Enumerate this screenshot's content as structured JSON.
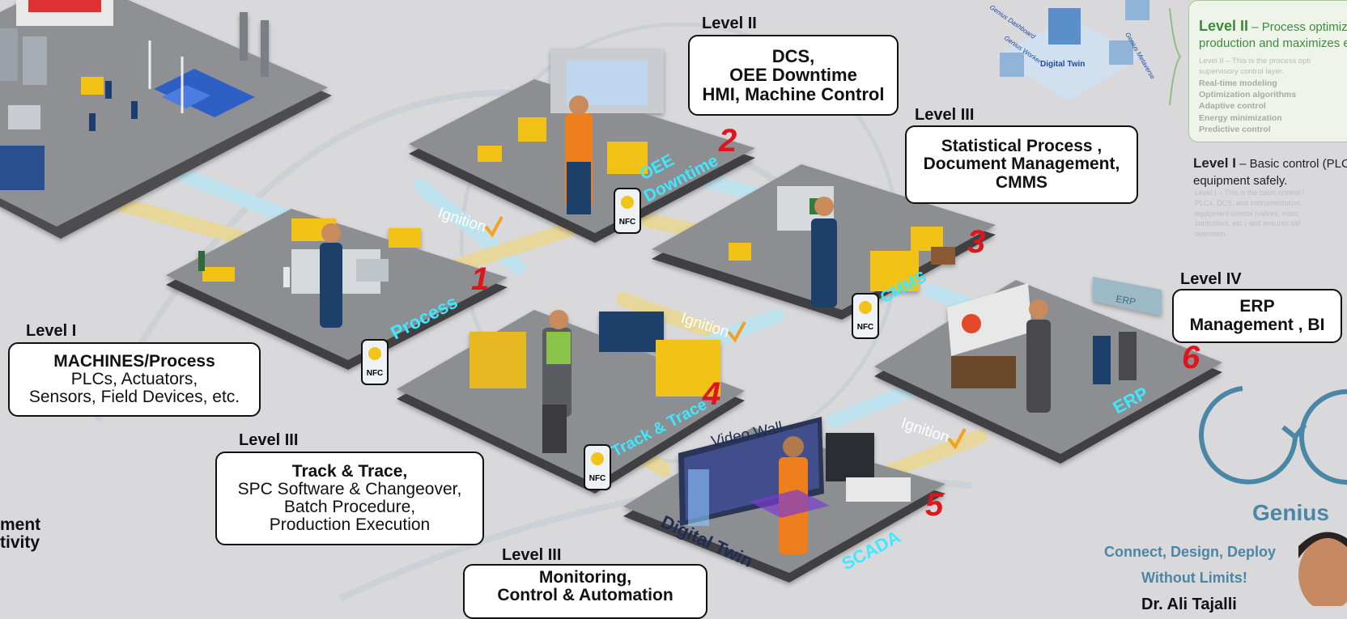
{
  "levels": {
    "l1": {
      "tag": "Level I",
      "title": "MACHINES/Process",
      "lines": [
        "PLCs, Actuators,",
        "Sensors, Field Devices, etc."
      ]
    },
    "l2": {
      "tag": "Level II",
      "lines": [
        "DCS,",
        "OEE Downtime",
        "HMI, Machine Control"
      ]
    },
    "l3a": {
      "tag": "Level III",
      "lines": [
        "Statistical Process ,",
        "Document Management,",
        "CMMS"
      ]
    },
    "l3b": {
      "tag": "Level III",
      "title": "Track & Trace,",
      "lines": [
        "SPC Software & Changeover,",
        "Batch Procedure,",
        "Production Execution"
      ]
    },
    "l3c": {
      "tag": "Level III",
      "lines": [
        "Monitoring,",
        "Control & Automation"
      ]
    },
    "l4": {
      "tag": "Level IV",
      "lines": [
        "ERP",
        "Management , BI"
      ]
    }
  },
  "platforms": {
    "process": "Process",
    "oee": "OEE\nDowntime",
    "cmms": "CMMS",
    "track": "Track & Trace",
    "digital_twin": "Digital Twin",
    "scada": "SCADA",
    "erp": "ERP",
    "video_wall": "Video Wall",
    "erp_sign": "ERP"
  },
  "numbers": [
    "1",
    "2",
    "3",
    "4",
    "5",
    "6"
  ],
  "ignition_label": "Ignition",
  "nfc_label": "NFC",
  "left_fragments": [
    "ment",
    "tivity"
  ],
  "right_panel": {
    "level2_head": "Level II",
    "level2_text": "– Process optimiza",
    "level2_text2": "production and maximizes ef",
    "level2_desc": [
      "Level II – This is the process opti",
      "supervisory control layer."
    ],
    "level2_items": [
      "Real-time modeling",
      "Optimization algorithms",
      "Adaptive control",
      "Energy minimization",
      "Predictive control"
    ],
    "level1_head": "Level I",
    "level1_text": "– Basic control (PLCs",
    "level1_text2": "equipment safely.",
    "level1_desc": [
      "Level I – This is the basic control l",
      "PLCs, DCS, and instrumentation.",
      "equipment control (valves, moto",
      "controllers, etc.) and ensures saf",
      "operation."
    ]
  },
  "top_icon": {
    "center": "Digital Twin",
    "labels": [
      "Genius Dashboard",
      "Genius Worker",
      "Genius Metaverse"
    ]
  },
  "brand": {
    "name": "Genius",
    "tagline1": "Connect, Design, Deploy",
    "tagline2": "Without Limits!",
    "author": "Dr. Ali Tajalli"
  },
  "colors": {
    "accent_cyan": "#3ee8ff",
    "number_red": "#e0151b",
    "platform": "#4d4d50",
    "ignition_orange": "#f2a223",
    "brand_blue": "#4a87a6"
  }
}
